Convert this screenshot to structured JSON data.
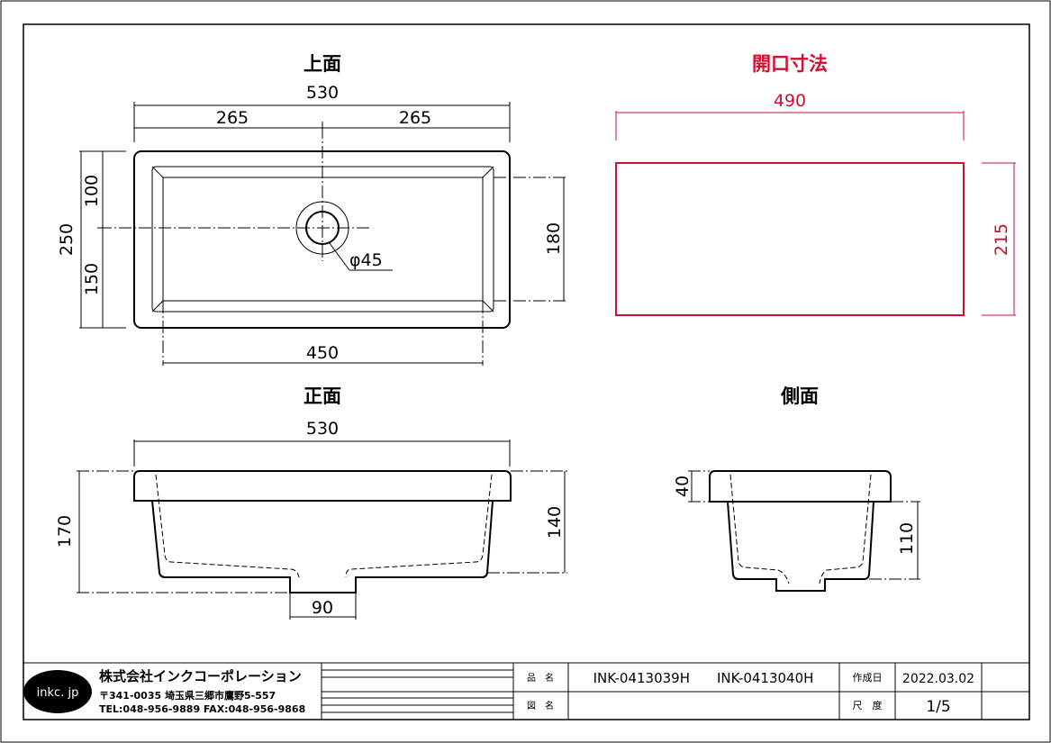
{
  "views": {
    "top": {
      "title": "上面",
      "overall_width": "530",
      "half_left": "265",
      "half_right": "265",
      "height_total": "250",
      "height_upper": "100",
      "height_lower": "150",
      "inner_depth": "180",
      "inner_width": "450",
      "drain": "φ45"
    },
    "opening": {
      "title": "開口寸法",
      "width": "490",
      "height": "215"
    },
    "front": {
      "title": "正面",
      "width": "530",
      "total_height": "170",
      "bowl_height": "140",
      "drain_width": "90"
    },
    "side": {
      "title": "側面",
      "rim": "40",
      "bowl": "110"
    }
  },
  "title_block": {
    "logo": "inkc. jp",
    "company": "株式会社インクコーポレーション",
    "address": "〒341-0035 埼玉県三郷市鷹野5-557",
    "phone": "TEL:048-956-9889  FAX:048-956-9868",
    "product_label": "品　名",
    "product_name": "INK-0413039H　　INK-0413040H",
    "drawing_label": "図　名",
    "drawing_name": "",
    "date_label": "作成日",
    "date": "2022.03.02",
    "scale_label": "尺　度",
    "scale": "1/5"
  },
  "colors": {
    "line": "#000000",
    "opening": "#cc1133"
  }
}
